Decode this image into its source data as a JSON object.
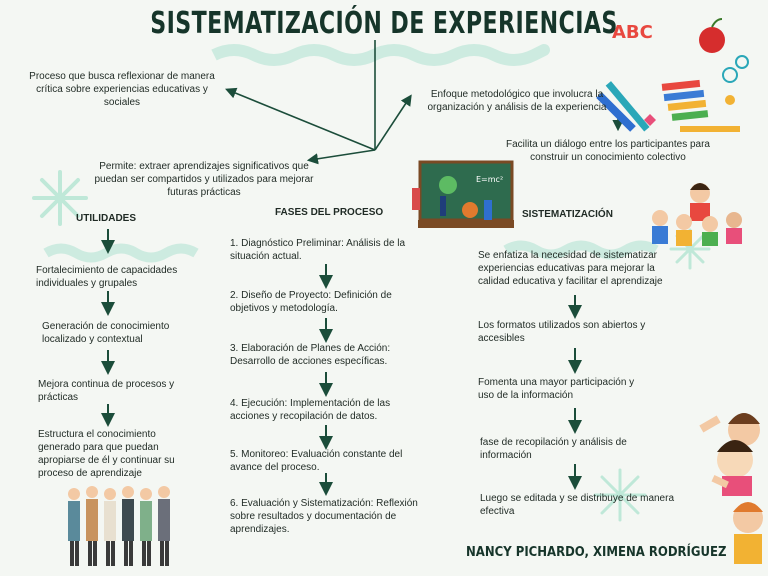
{
  "title": "SISTEMATIZACIÓN DE EXPERIENCIAS",
  "top": {
    "definition": "Proceso que busca reflexionar de manera crítica sobre experiencias educativas y sociales",
    "approach": "Enfoque metodológico que involucra la organización y análisis de la experiencia",
    "dialogue": "Facilita un diálogo entre los participantes para construir un conocimiento colectivo",
    "allows": "Permite: extraer aprendizajes significativos que puedan ser compartidos y utilizados para mejorar futuras prácticas"
  },
  "utilidades": {
    "header": "UTILIDADES",
    "items": [
      "Fortalecimiento de capacidades individuales y grupales",
      "Generación de conocimiento localizado y contextual",
      "Mejora continua de procesos y prácticas",
      "Estructura el conocimiento generado para que puedan apropiarse de él y continuar su proceso de aprendizaje"
    ]
  },
  "fases": {
    "header": "FASES DEL PROCESO",
    "items": [
      "1. Diagnóstico Preliminar: Análisis de la situación actual.",
      "2. Diseño de Proyecto: Definición de objetivos y metodología.",
      "3. Elaboración de Planes de Acción: Desarrollo de acciones específicas.",
      "4. Ejecución: Implementación de las acciones y recopilación de datos.",
      "5. Monitoreo: Evaluación constante del avance del proceso.",
      "6. Evaluación y Sistematización: Reflexión sobre resultados y documentación de aprendizajes."
    ]
  },
  "sistematizacion": {
    "header": "SISTEMATIZACIÓN",
    "items": [
      "Se enfatiza la necesidad de sistematizar experiencias educativas para mejorar la calidad educativa y facilitar el aprendizaje",
      "Los formatos utilizados son abiertos y accesibles",
      "Fomenta una mayor participación y uso de la información",
      "fase de recopilación y análisis de información",
      "Luego se editada y se distribuye de manera efectiva"
    ]
  },
  "authors": "NANCY PICHARDO, XIMENA RODRÍGUEZ",
  "colors": {
    "accent": "#1b4d3a",
    "wave": "#cdebe0",
    "star": "#bfe8d8"
  },
  "illustrations": {
    "school_supplies": "ABC",
    "classroom_board": "chalkboard-icon",
    "students": "children-icon",
    "teachers": "teachers-icon",
    "kids_corner": "kids-icon"
  }
}
